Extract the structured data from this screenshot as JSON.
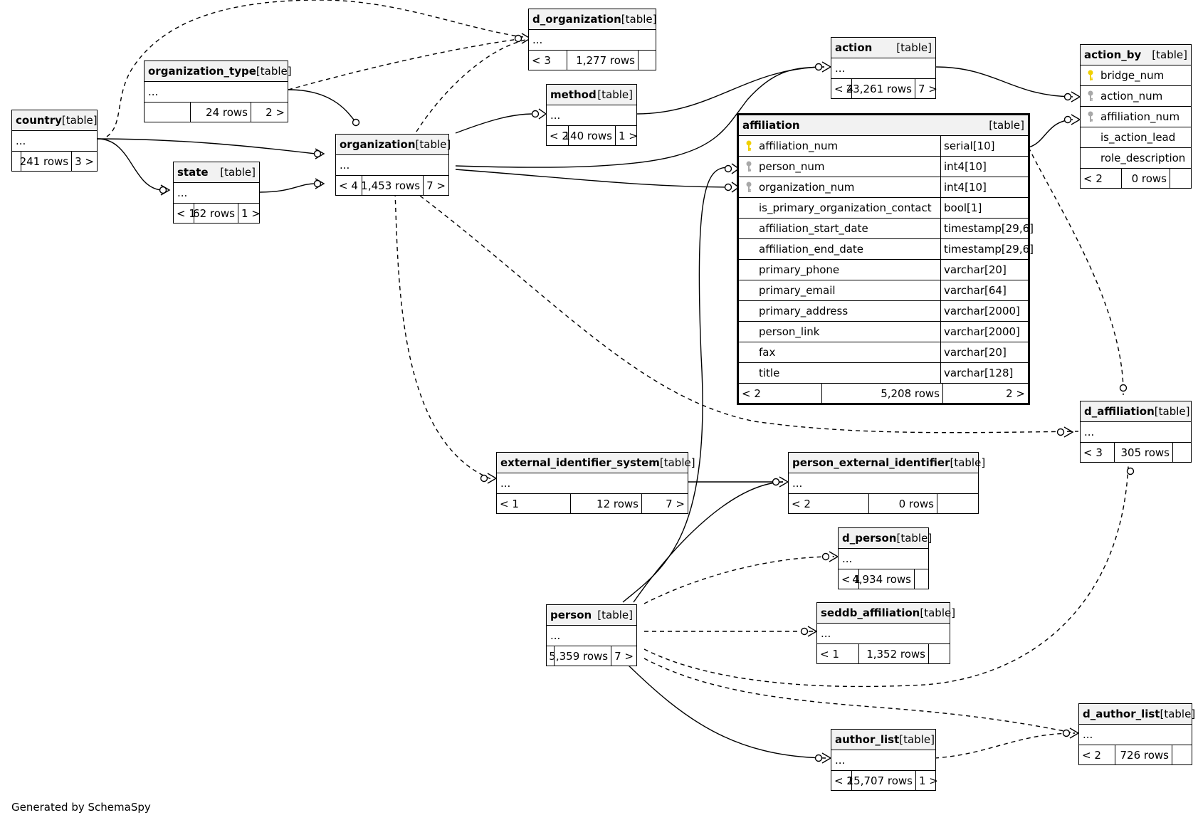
{
  "tag": "[table]",
  "footer": "Generated by SchemaSpy",
  "ellipsis": "...",
  "tables": {
    "d_organization": {
      "name": "d_organization",
      "stats": [
        "< 3",
        "1,277 rows",
        ""
      ]
    },
    "organization_type": {
      "name": "organization_type",
      "stats": [
        "",
        "24 rows",
        "2 >"
      ]
    },
    "country": {
      "name": "country",
      "stats": [
        "",
        "241 rows",
        "3 >"
      ]
    },
    "state": {
      "name": "state",
      "stats": [
        "< 1",
        "62 rows",
        "1 >"
      ]
    },
    "organization": {
      "name": "organization",
      "stats": [
        "< 4",
        "1,453 rows",
        "7 >"
      ]
    },
    "method": {
      "name": "method",
      "stats": [
        "< 2",
        "140 rows",
        "1 >"
      ]
    },
    "action": {
      "name": "action",
      "stats": [
        "< 4",
        "23,261 rows",
        "7 >"
      ]
    },
    "action_by": {
      "name": "action_by",
      "columns": [
        {
          "name": "bridge_num",
          "key": "primary"
        },
        {
          "name": "action_num",
          "key": "foreign"
        },
        {
          "name": "affiliation_num",
          "key": "foreign"
        },
        {
          "name": "is_action_lead",
          "key": "none"
        },
        {
          "name": "role_description",
          "key": "none"
        }
      ],
      "stats": [
        "< 2",
        "0 rows",
        ""
      ]
    },
    "affiliation": {
      "name": "affiliation",
      "columns": [
        {
          "name": "affiliation_num",
          "type": "serial[10]",
          "key": "primary"
        },
        {
          "name": "person_num",
          "type": "int4[10]",
          "key": "foreign"
        },
        {
          "name": "organization_num",
          "type": "int4[10]",
          "key": "foreign"
        },
        {
          "name": "is_primary_organization_contact",
          "type": "bool[1]",
          "key": "none"
        },
        {
          "name": "affiliation_start_date",
          "type": "timestamp[29,6]",
          "key": "none"
        },
        {
          "name": "affiliation_end_date",
          "type": "timestamp[29,6]",
          "key": "none"
        },
        {
          "name": "primary_phone",
          "type": "varchar[20]",
          "key": "none"
        },
        {
          "name": "primary_email",
          "type": "varchar[64]",
          "key": "none"
        },
        {
          "name": "primary_address",
          "type": "varchar[2000]",
          "key": "none"
        },
        {
          "name": "person_link",
          "type": "varchar[2000]",
          "key": "none"
        },
        {
          "name": "fax",
          "type": "varchar[20]",
          "key": "none"
        },
        {
          "name": "title",
          "type": "varchar[128]",
          "key": "none"
        }
      ],
      "stats": [
        "< 2",
        "5,208 rows",
        "2 >"
      ]
    },
    "d_affiliation": {
      "name": "d_affiliation",
      "stats": [
        "< 3",
        "305 rows",
        ""
      ]
    },
    "external_identifier_system": {
      "name": "external_identifier_system",
      "stats": [
        "< 1",
        "12 rows",
        "7 >"
      ]
    },
    "person_external_identifier": {
      "name": "person_external_identifier",
      "stats": [
        "< 2",
        "0 rows",
        ""
      ]
    },
    "d_person": {
      "name": "d_person",
      "stats": [
        "< 1",
        "4,934 rows",
        ""
      ]
    },
    "seddb_affiliation": {
      "name": "seddb_affiliation",
      "stats": [
        "< 1",
        "1,352 rows",
        ""
      ]
    },
    "person": {
      "name": "person",
      "stats": [
        "",
        "5,359 rows",
        "7 >"
      ]
    },
    "d_author_list": {
      "name": "d_author_list",
      "stats": [
        "< 2",
        "726 rows",
        ""
      ]
    },
    "author_list": {
      "name": "author_list",
      "stats": [
        "< 2",
        "15,707 rows",
        "1 >"
      ]
    }
  },
  "colors": {
    "primary_key": "#f0d000",
    "foreign_key": "#a8a8a8",
    "line": "#000000",
    "header_bg": "#f2f2f2"
  }
}
